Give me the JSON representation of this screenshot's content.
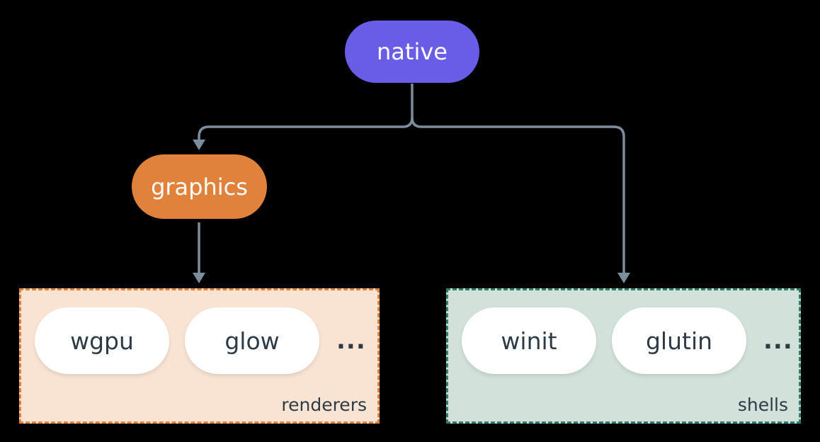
{
  "diagram": {
    "title_hint": "crate dependency diagram",
    "background": "#000000",
    "nodes": {
      "native": {
        "label": "native",
        "fill": "#695ce7",
        "text_color": "#ffffff"
      },
      "graphics": {
        "label": "graphics",
        "fill": "#e0823c",
        "text_color": "#ffffff"
      }
    },
    "groups": [
      {
        "name": "renderers",
        "label": "renderers",
        "items": [
          "wgpu",
          "glow"
        ],
        "ellipsis": "...",
        "fill": "#f9e4d4",
        "border_color": "#e0823c"
      },
      {
        "name": "shells",
        "label": "shells",
        "items": [
          "winit",
          "glutin"
        ],
        "ellipsis": "...",
        "fill": "#d2e2db",
        "border_color": "#2f7d6d"
      }
    ],
    "connectors": {
      "color": "#7c8d9d",
      "edges": [
        "native -> graphics",
        "native -> shells",
        "graphics -> renderers"
      ]
    },
    "item_text_color": "#2e3b47"
  }
}
